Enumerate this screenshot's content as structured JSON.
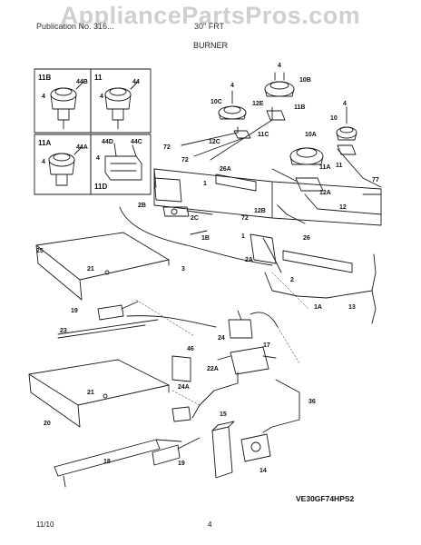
{
  "watermark": "AppliancePartsPros.com",
  "header": {
    "left": "Publication No. 316...",
    "mid": "30\" FRT"
  },
  "section_title": "BURNER",
  "model_code": "VE30GF74HPS2",
  "footer": {
    "date": "11/10",
    "page": "4"
  },
  "inset_boxes": [
    {
      "label": "11B",
      "callouts": [
        "44B",
        "4"
      ]
    },
    {
      "label": "11",
      "callouts": [
        "44",
        "4"
      ]
    },
    {
      "label": "11A",
      "callouts": [
        "44A",
        "4"
      ]
    },
    {
      "label": "11D",
      "callouts": [
        "44D",
        "44C",
        "4"
      ]
    }
  ],
  "part_labels": [
    "4",
    "10B",
    "4",
    "10C",
    "12E",
    "11B",
    "4",
    "10",
    "10A",
    "11A",
    "11C",
    "12C",
    "72",
    "72",
    "26A",
    "1",
    "2B",
    "2C",
    "1B",
    "3",
    "11",
    "77",
    "12",
    "12A",
    "12B",
    "72",
    "1",
    "26",
    "2A",
    "2",
    "1A",
    "13",
    "25",
    "21",
    "19",
    "23",
    "24",
    "17",
    "46",
    "22A",
    "24A",
    "36",
    "21",
    "20",
    "15",
    "18",
    "19",
    "14"
  ]
}
